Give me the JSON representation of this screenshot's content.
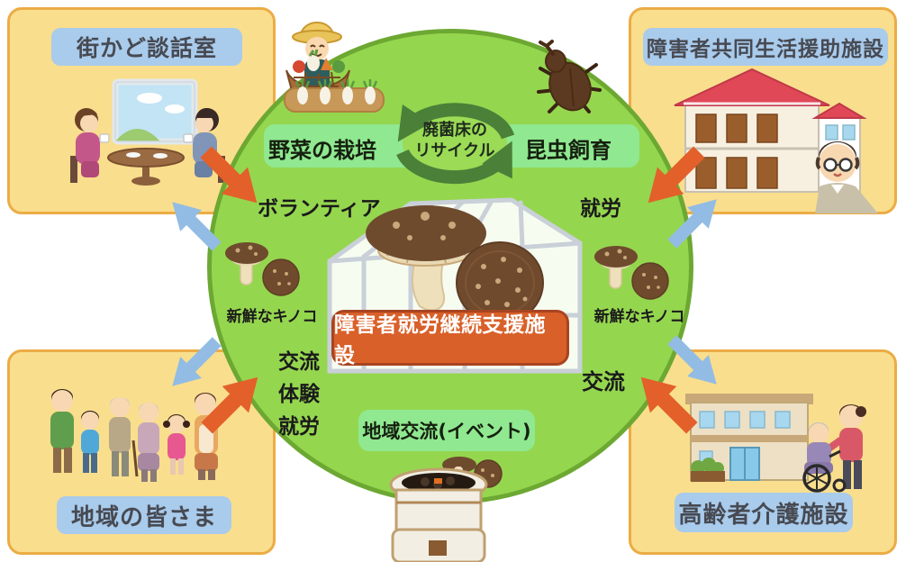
{
  "diagram_title": "community mushroom-farm cycle diagram",
  "colors": {
    "background": "#FFFFFF",
    "circle_fill": "#95D64F",
    "circle_border": "#6CA832",
    "band_green": "#90E890",
    "cycle_arrow_green": "#4A8038",
    "inward_arrow_orange": "#E3602A",
    "outward_arrow_blue": "#92BCE4",
    "corner_box_fill": "#F9DE8D",
    "corner_box_border": "#ECAC45",
    "label_blue_fill": "#A9CBEC",
    "center_box_fill": "#D96029",
    "center_box_border": "#A84420"
  },
  "corners": {
    "top_left": {
      "title": "街かど談話室"
    },
    "top_right": {
      "title": "障害者共同生活援助施設"
    },
    "bottom_left": {
      "title": "地域の皆さま"
    },
    "bottom_right": {
      "title": "高齢者介護施設"
    }
  },
  "center": {
    "facility": "障害者就労継続支援施設",
    "cycle_left": "野菜の栽培",
    "cycle_center_line1": "廃菌床の",
    "cycle_center_line2": "リサイクル",
    "cycle_right": "昆虫飼育",
    "event_label": "地域交流(イベント)"
  },
  "flows": {
    "top_left_in": "ボランティア",
    "top_right_in": "就労",
    "left_out": "新鮮なキノコ",
    "right_out": "新鮮なキノコ",
    "bottom_left_in_1": "交流",
    "bottom_left_in_2": "体験",
    "bottom_left_in_3": "就労",
    "bottom_right_in": "交流"
  },
  "icons": {
    "chat_room": "two-women-chatting-at-table",
    "group_home": "house-with-red-roof-and-resident",
    "community_people": "group-of-neighbors",
    "care_facility": "building-with-caregiver-and-wheelchair",
    "farmer": "farmer-with-vegetable-basket",
    "vegetable_field": "radish-field",
    "beetle": "rhinoceros-beetle",
    "greenhouse": "mushroom-greenhouse",
    "fresh_mushrooms": "shiitake-mushrooms",
    "grill": "charcoal-grill-with-mushrooms",
    "recycle_arrows": "circular-recycle-arrows"
  }
}
